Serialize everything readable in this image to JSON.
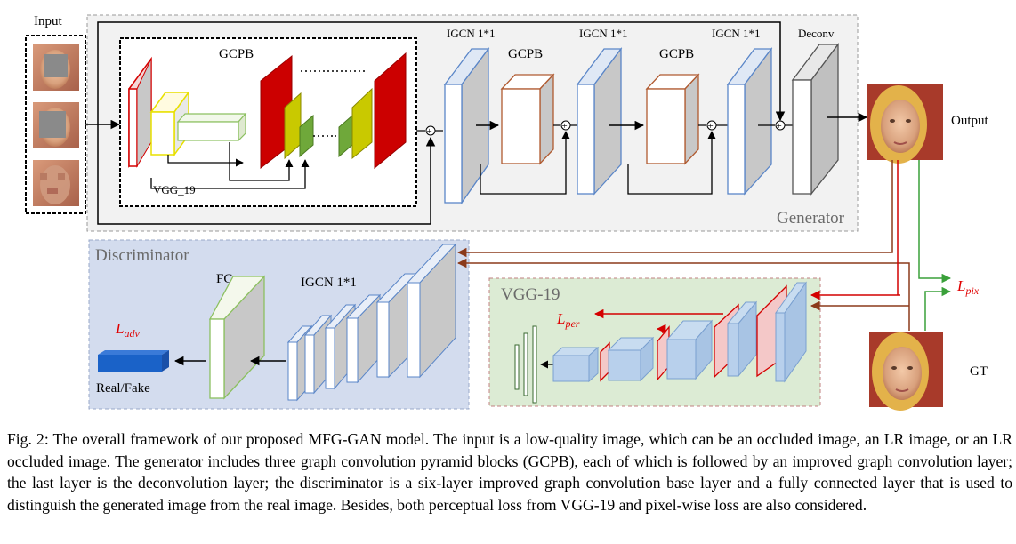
{
  "labels": {
    "input": "Input",
    "gcpb_main": "GCPB",
    "vgg": "VGG_19",
    "igcn_1": "IGCN 1*1",
    "igcn_2": "IGCN 1*1",
    "igcn_3": "IGCN 1*1",
    "gcpb_2": "GCPB",
    "gcpb_3": "GCPB",
    "deconv": "Deconv",
    "output": "Output",
    "generator": "Generator",
    "discriminator": "Discriminator",
    "fc": "FC",
    "igcn_disc": "IGCN 1*1",
    "real_fake": "Real/Fake",
    "vgg19": "VGG-19",
    "gt": "GT"
  },
  "losses": {
    "adv": {
      "base": "L",
      "sub": "adv"
    },
    "per": {
      "base": "L",
      "sub": "per"
    },
    "pix": {
      "base": "L",
      "sub": "pix"
    }
  },
  "caption": "Fig. 2: The overall framework of our proposed MFG-GAN model. The input is a low-quality image, which can be an occluded image, an LR image, or an LR occluded image. The generator includes three graph convolution pyramid blocks (GCPB), each of which is followed by an improved graph convolution layer; the last layer is the deconvolution layer; the discriminator is a six-layer improved graph convolution base layer and a fully connected layer that is used to distinguish the generated image from the real image. Besides, both perceptual loss from VGG-19 and pixel-wise loss are also considered.",
  "colors": {
    "red": "#d40000",
    "blue_edge": "#5a86c8",
    "brown": "#8b3a1a",
    "green": "#3aa03a",
    "olive": "#c8c800"
  }
}
